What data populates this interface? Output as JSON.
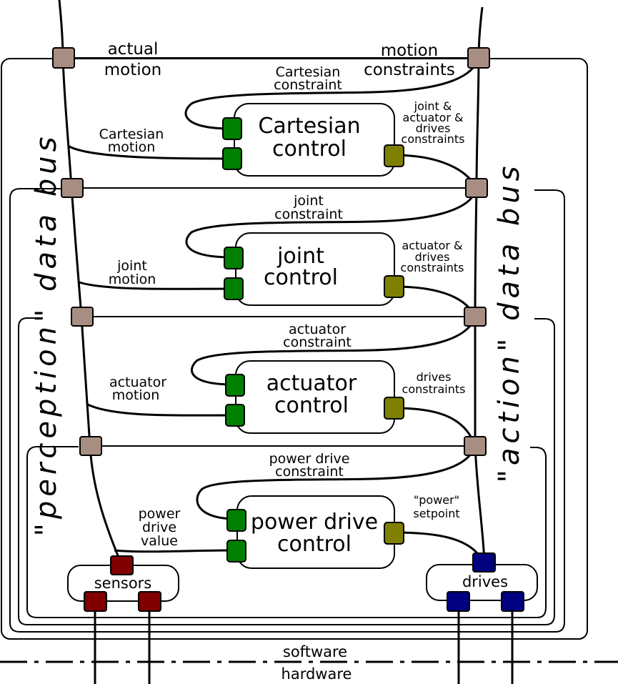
{
  "labels": {
    "actual_motion": [
      "actual",
      "motion"
    ],
    "motion_constraints": [
      "motion",
      "constraints"
    ],
    "perception_bus": "\"perception\" data bus",
    "action_bus": "\"action\" data bus",
    "software": "software",
    "hardware": "hardware"
  },
  "levels": [
    {
      "block": [
        "Cartesian",
        "control"
      ],
      "constraint_in": [
        "Cartesian",
        "constraint"
      ],
      "motion_in": [
        "Cartesian",
        "motion"
      ],
      "output": [
        "joint &",
        "actuator &",
        "drives",
        "constraints"
      ]
    },
    {
      "block": [
        "joint",
        "control"
      ],
      "constraint_in": [
        "joint",
        "constraint"
      ],
      "motion_in": [
        "joint",
        "motion"
      ],
      "output": [
        "actuator &",
        "drives",
        "constraints"
      ]
    },
    {
      "block": [
        "actuator",
        "control"
      ],
      "constraint_in": [
        "actuator",
        "constraint"
      ],
      "motion_in": [
        "actuator",
        "motion"
      ],
      "output": [
        "drives",
        "constraints"
      ]
    },
    {
      "block": [
        "power drive",
        "control"
      ],
      "constraint_in": [
        "power drive",
        "constraint"
      ],
      "motion_in": [
        "power",
        "drive",
        "value"
      ],
      "output": [
        "\"power\"",
        "setpoint"
      ]
    }
  ],
  "sensors": {
    "label": "sensors"
  },
  "drives": {
    "label": "drives"
  },
  "colors": {
    "bus_port": "#a88e82",
    "input_port": "#008000",
    "output_port": "#808000",
    "sensor_port": "#800000",
    "drive_port": "#000080"
  }
}
